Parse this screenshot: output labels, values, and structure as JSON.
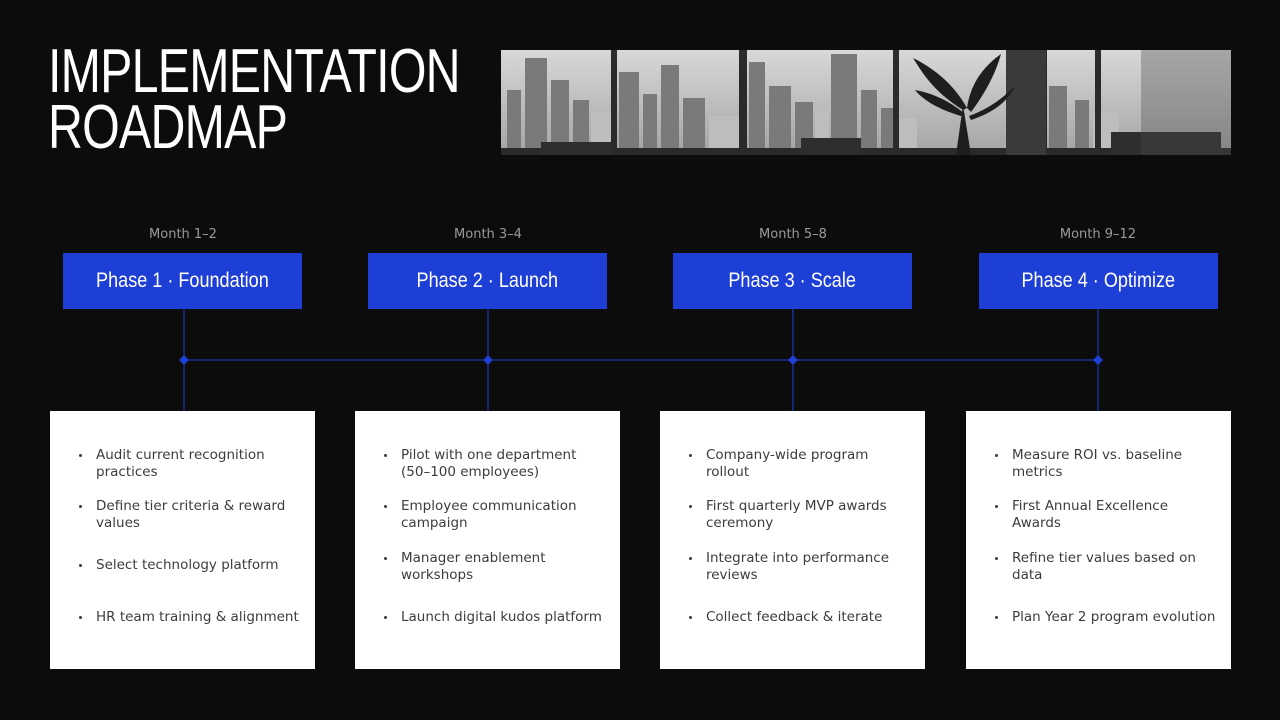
{
  "title": {
    "line1": "IMPLEMENTATION",
    "line2": "ROADMAP"
  },
  "colors": {
    "background": "#0c0c0c",
    "accent": "#1d3fd6",
    "card": "#ffffff",
    "muted_text": "#9a9a9a",
    "body_text": "#3c3c3c"
  },
  "phases": [
    {
      "month": "Month 1–2",
      "label": "Phase 1 · Foundation",
      "items": [
        "Audit current recognition practices",
        "Define tier criteria & reward values",
        "Select technology platform",
        "HR team training & alignment"
      ]
    },
    {
      "month": "Month 3–4",
      "label": "Phase 2 · Launch",
      "items": [
        "Pilot with one department (50–100 employees)",
        "Employee communication campaign",
        "Manager enablement workshops",
        "Launch digital kudos platform"
      ]
    },
    {
      "month": "Month 5–8",
      "label": "Phase 3 · Scale",
      "items": [
        "Company-wide program rollout",
        "First quarterly MVP awards ceremony",
        "Integrate into performance reviews",
        "Collect feedback & iterate"
      ]
    },
    {
      "month": "Month 9–12",
      "label": "Phase 4 · Optimize",
      "items": [
        "Measure ROI vs. baseline metrics",
        "First Annual Excellence Awards",
        "Refine tier values based on data",
        "Plan Year 2 program evolution"
      ]
    }
  ]
}
